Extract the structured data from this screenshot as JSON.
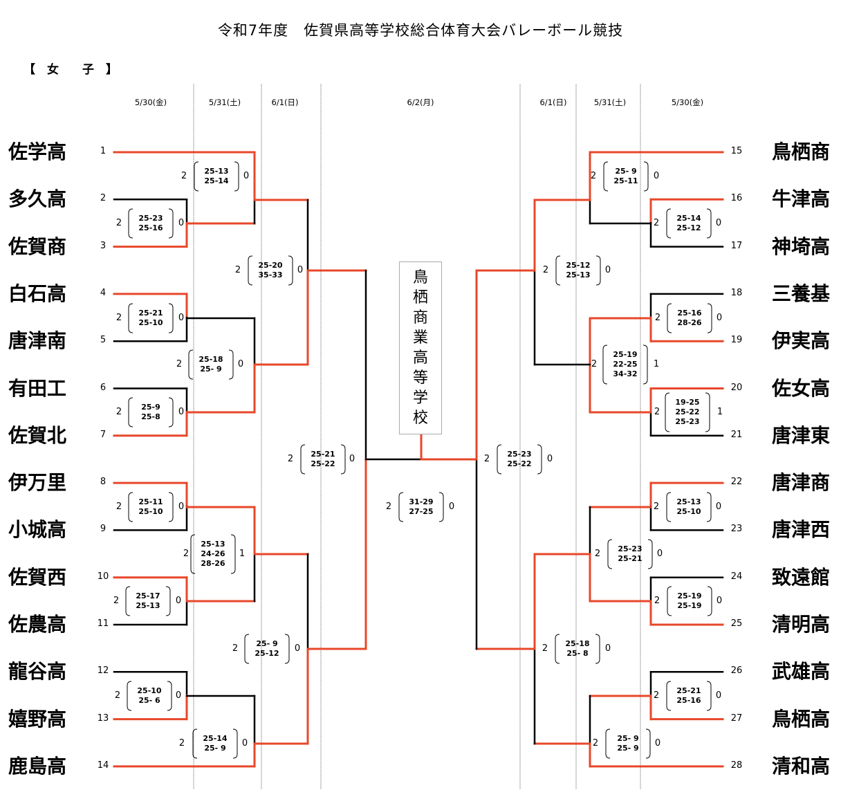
{
  "title": "令和7年度　佐賀県高等学校総合体育大会バレーボール競技",
  "division": "【　女　　子　】",
  "dates": {
    "left_r1": "5/30(金)",
    "left_r2": "5/31(土)",
    "left_r3": "6/1(日)",
    "final": "6/2(月)",
    "right_r3": "6/1(日)",
    "right_r2": "5/31(土)",
    "right_r1": "5/30(金)"
  },
  "colors": {
    "winner_line": "#e8472a",
    "loser_line": "#000000"
  },
  "champion": "鳥栖商業高等学校",
  "teams_left": [
    {
      "no": "1",
      "name": "佐学高"
    },
    {
      "no": "2",
      "name": "多久高"
    },
    {
      "no": "3",
      "name": "佐賀商"
    },
    {
      "no": "4",
      "name": "白石高"
    },
    {
      "no": "5",
      "name": "唐津南"
    },
    {
      "no": "6",
      "name": "有田工"
    },
    {
      "no": "7",
      "name": "佐賀北"
    },
    {
      "no": "8",
      "name": "伊万里"
    },
    {
      "no": "9",
      "name": "小城高"
    },
    {
      "no": "10",
      "name": "佐賀西"
    },
    {
      "no": "11",
      "name": "佐農高"
    },
    {
      "no": "12",
      "name": "龍谷高"
    },
    {
      "no": "13",
      "name": "嬉野高"
    },
    {
      "no": "14",
      "name": "鹿島高"
    }
  ],
  "teams_right": [
    {
      "no": "15",
      "name": "鳥栖商"
    },
    {
      "no": "16",
      "name": "牛津高"
    },
    {
      "no": "17",
      "name": "神埼高"
    },
    {
      "no": "18",
      "name": "三養基"
    },
    {
      "no": "19",
      "name": "伊実高"
    },
    {
      "no": "20",
      "name": "佐女高"
    },
    {
      "no": "21",
      "name": "唐津東"
    },
    {
      "no": "22",
      "name": "唐津商"
    },
    {
      "no": "23",
      "name": "唐津西"
    },
    {
      "no": "24",
      "name": "致遠館"
    },
    {
      "no": "25",
      "name": "清明高"
    },
    {
      "no": "26",
      "name": "武雄高"
    },
    {
      "no": "27",
      "name": "鳥栖高"
    },
    {
      "no": "28",
      "name": "清和高"
    }
  ],
  "matches": [
    {
      "id": "L1-2v3",
      "sets_a": "2",
      "sets_b": "0",
      "scores": [
        "25-23",
        "25-16"
      ]
    },
    {
      "id": "L1-4v5",
      "sets_a": "2",
      "sets_b": "0",
      "scores": [
        "25-21",
        "25-10"
      ]
    },
    {
      "id": "L1-6v7",
      "sets_a": "2",
      "sets_b": "0",
      "scores": [
        "25-9",
        "25-8"
      ]
    },
    {
      "id": "L1-8v9",
      "sets_a": "2",
      "sets_b": "0",
      "scores": [
        "25-11",
        "25-10"
      ]
    },
    {
      "id": "L1-10v11",
      "sets_a": "2",
      "sets_b": "0",
      "scores": [
        "25-17",
        "25-13"
      ]
    },
    {
      "id": "L1-12v13",
      "sets_a": "2",
      "sets_b": "0",
      "scores": [
        "25-10",
        "25- 6"
      ]
    },
    {
      "id": "L2-1",
      "sets_a": "2",
      "sets_b": "0",
      "scores": [
        "25-13",
        "25-14"
      ]
    },
    {
      "id": "L2-2",
      "sets_a": "2",
      "sets_b": "0",
      "scores": [
        "25-18",
        "25- 9"
      ]
    },
    {
      "id": "L2-3",
      "sets_a": "2",
      "sets_b": "1",
      "scores": [
        "25-13",
        "24-26",
        "28-26"
      ]
    },
    {
      "id": "L2-4",
      "sets_a": "2",
      "sets_b": "0",
      "scores": [
        "25-14",
        "25- 9"
      ]
    },
    {
      "id": "L3-1",
      "sets_a": "2",
      "sets_b": "0",
      "scores": [
        "25-20",
        "35-33"
      ]
    },
    {
      "id": "L3-2",
      "sets_a": "2",
      "sets_b": "0",
      "scores": [
        "25- 9",
        "25-12"
      ]
    },
    {
      "id": "LSF",
      "sets_a": "2",
      "sets_b": "0",
      "scores": [
        "25-21",
        "25-22"
      ]
    },
    {
      "id": "F",
      "sets_a": "2",
      "sets_b": "0",
      "scores": [
        "31-29",
        "27-25"
      ]
    },
    {
      "id": "RSF",
      "sets_a": "2",
      "sets_b": "0",
      "scores": [
        "25-23",
        "25-22"
      ]
    },
    {
      "id": "R3-1",
      "sets_a": "2",
      "sets_b": "0",
      "scores": [
        "25-12",
        "25-13"
      ]
    },
    {
      "id": "R3-2",
      "sets_a": "2",
      "sets_b": "0",
      "scores": [
        "25-18",
        "25- 8"
      ]
    },
    {
      "id": "R2-1",
      "sets_a": "2",
      "sets_b": "0",
      "scores": [
        "25- 9",
        "25-11"
      ]
    },
    {
      "id": "R2-2",
      "sets_a": "2",
      "sets_b": "1",
      "scores": [
        "25-19",
        "22-25",
        "34-32"
      ]
    },
    {
      "id": "R2-3",
      "sets_a": "2",
      "sets_b": "0",
      "scores": [
        "25-23",
        "25-21"
      ]
    },
    {
      "id": "R2-4",
      "sets_a": "2",
      "sets_b": "0",
      "scores": [
        "25- 9",
        "25- 9"
      ]
    },
    {
      "id": "R1-16v17",
      "sets_a": "2",
      "sets_b": "0",
      "scores": [
        "25-14",
        "25-12"
      ]
    },
    {
      "id": "R1-18v19",
      "sets_a": "2",
      "sets_b": "0",
      "scores": [
        "25-16",
        "28-26"
      ]
    },
    {
      "id": "R1-20v21",
      "sets_a": "2",
      "sets_b": "1",
      "scores": [
        "19-25",
        "25-22",
        "25-23"
      ]
    },
    {
      "id": "R1-22v23",
      "sets_a": "2",
      "sets_b": "0",
      "scores": [
        "25-13",
        "25-10"
      ]
    },
    {
      "id": "R1-24v25",
      "sets_a": "2",
      "sets_b": "0",
      "scores": [
        "25-19",
        "25-19"
      ]
    },
    {
      "id": "R1-26v27",
      "sets_a": "2",
      "sets_b": "0",
      "scores": [
        "25-21",
        "25-16"
      ]
    }
  ]
}
